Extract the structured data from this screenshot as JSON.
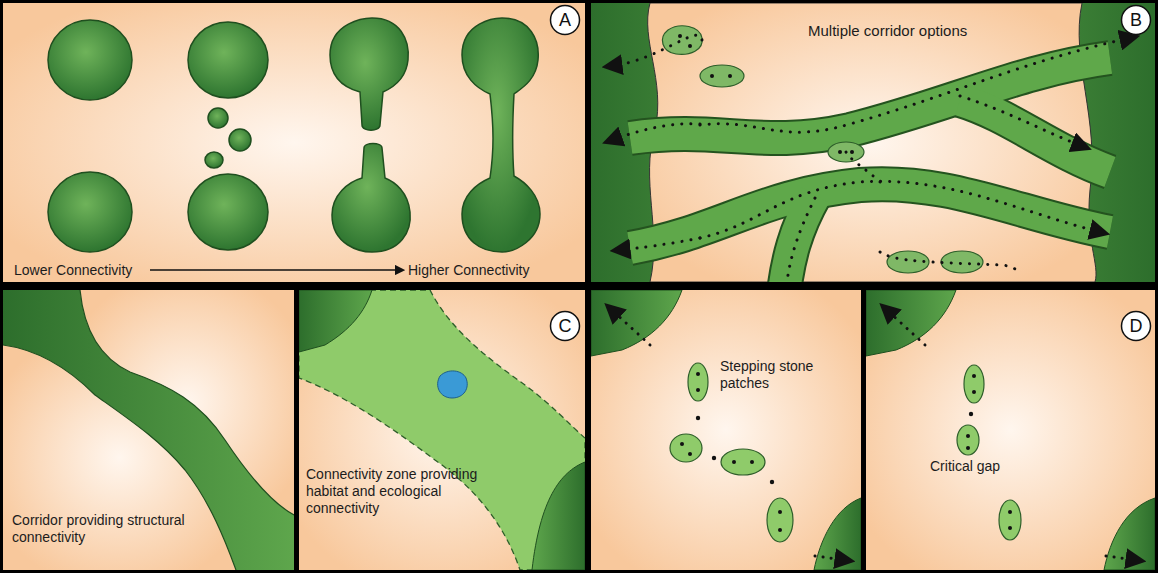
{
  "diagram": {
    "nodes": [
      {
        "text": [
          "A"
        ]
      },
      {
        "text": [
          "B"
        ]
      },
      {
        "text": [
          "C"
        ]
      },
      {
        "text": [
          "D"
        ]
      }
    ],
    "labels": [
      "Lower Connectivity",
      "Higher Connectivity",
      "Multiple corridor options",
      "Corridor providing structural connectivity",
      "Connectivity zone providing habitat and ecological connectivity",
      "Stepping stone patches",
      "Critical gap"
    ]
  }
}
